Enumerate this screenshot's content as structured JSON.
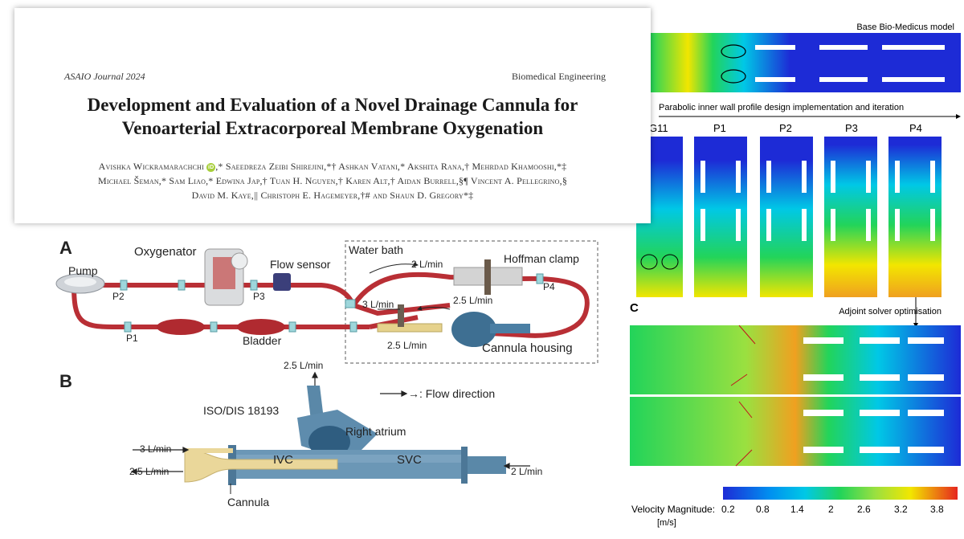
{
  "paper": {
    "journal": "ASAIO Journal 2024",
    "section": "Biomedical Engineering",
    "title_line1": "Development and Evaluation of a Novel Drainage Cannula for",
    "title_line2": "Venoarterial Extracorporeal Membrane Oxygenation",
    "authors_line1_a": "Avishka Wickramarachchi",
    "orcid": "iD",
    "authors_line1_b": ",* Saeedreza Zeibi Shirejini,*† Ashkan Vatani,* Akshita Rana,† Mehrdad Khamooshi,*‡",
    "authors_line2": "Michael Šeman,* Sam Liao,* Edwina Jap,† Tuan H. Nguyen,† Karen Alt,† Aidan Burrell,§¶ Vincent A. Pellegrino,§",
    "authors_line3": "David M. Kaye,|| Christoph E. Hagemeyer,†# and Shaun D. Gregory*‡"
  },
  "panel_a": {
    "letter": "A",
    "labels": {
      "pump": "Pump",
      "oxygenator": "Oxygenator",
      "flow_sensor": "Flow sensor",
      "water_bath": "Water bath",
      "hoffman_clamp": "Hoffman clamp",
      "p1": "P1",
      "p2": "P2",
      "p3": "P3",
      "p4": "P4",
      "bladder": "Bladder",
      "cannula_housing": "Cannula housing",
      "flow_2": "2 L/min",
      "flow_3": "3 L/min",
      "flow_25_top": "2.5 L/min",
      "flow_25_bottom": "2.5 L/min"
    }
  },
  "panel_b": {
    "letter": "B",
    "labels": {
      "flow_top": "2.5 L/min",
      "flow_direction": "→: Flow direction",
      "iso": "ISO/DIS 18193",
      "right_atrium": "Right atrium",
      "flow_3": "3 L/min",
      "flow_25": "2.5 L/min",
      "ivc": "IVC",
      "svc": "SVC",
      "flow_2": "2 L/min",
      "cannula": "Cannula"
    }
  },
  "cfd": {
    "base_title": "Base Bio-Medicus model",
    "parabolic_text": "Parabolic inner wall profile design implementation and iteration",
    "designs": [
      "G11",
      "P1",
      "P2",
      "P3",
      "P4"
    ],
    "panel_c": "C",
    "adjoint_text": "Adjoint solver optimisation",
    "colorbar_label": "Velocity Magnitude:",
    "colorbar_unit": "[m/s]",
    "colorbar_ticks": [
      "0.2",
      "0.8",
      "1.4",
      "2",
      "2.6",
      "3.2",
      "3.8"
    ],
    "colors": {
      "low": "#1d2bd6",
      "mid_low": "#00c8e6",
      "mid": "#22d45a",
      "mid_high": "#f2e600",
      "high": "#e6261f"
    }
  }
}
